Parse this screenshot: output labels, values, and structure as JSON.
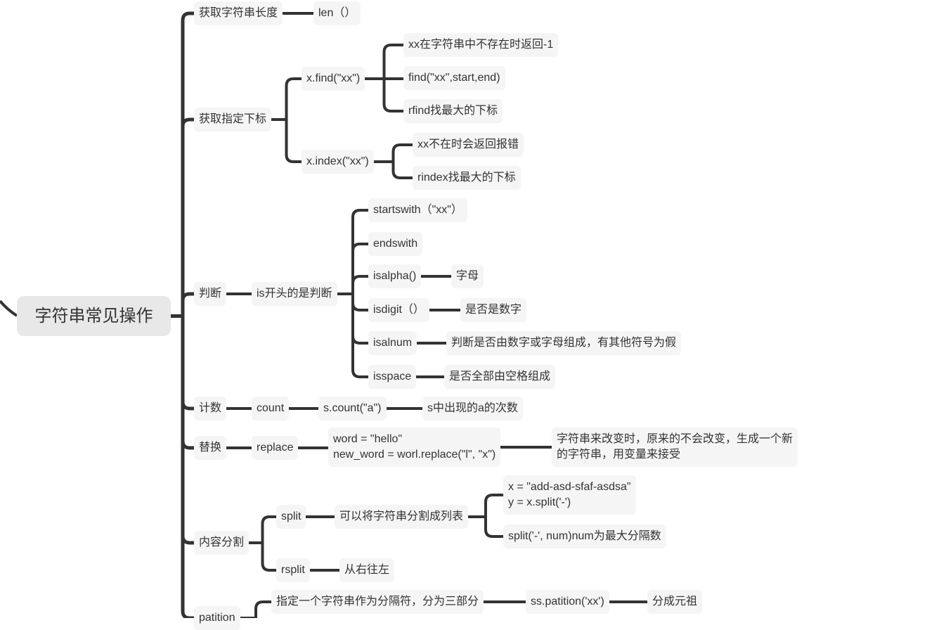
{
  "root": "字符串常见操作",
  "nodes": {
    "n1": "获取字符串长度",
    "n1a": "len（）",
    "n2": "获取指定下标",
    "n2a": "x.find(\"xx\")",
    "n2a1": "xx在字符串中不存在时返回-1",
    "n2a2": "find(\"xx\",start,end)",
    "n2a3": "rfind找最大的下标",
    "n2b": "x.index(\"xx\")",
    "n2b1": "xx不在时会返回报错",
    "n2b2": "rindex找最大的下标",
    "n3": "判断",
    "n3a": "is开头的是判断",
    "n3a1": "startswith（\"xx\"）",
    "n3a2": "endswith",
    "n3a3": "isalpha()",
    "n3a3a": "字母",
    "n3a4": "isdigit（）",
    "n3a4a": "是否是数字",
    "n3a5": "isalnum",
    "n3a5a": "判断是否由数字或字母组成，有其他符号为假",
    "n3a6": "isspace",
    "n3a6a": "是否全部由空格组成",
    "n4": "计数",
    "n4a": "count",
    "n4b": "s.count(\"a\")",
    "n4c": "s中出现的a的次数",
    "n5": "替换",
    "n5a": "replace",
    "n5b": "word = \"hello\"\nnew_word = worl.replace(\"l\", \"x\")",
    "n5c": "字符串来改变时，原来的不会改变，生成一个新\n的字符串，用变量来接受",
    "n6": "内容分割",
    "n6a": "split",
    "n6a1": "可以将字符串分割成列表",
    "n6a1a": "x = \"add-asd-sfaf-asdsa\"\ny = x.split('-')",
    "n6a1b": "split('-', num)num为最大分隔数",
    "n6b": "rsplit",
    "n6b1": "从右往左",
    "n7": "patition",
    "n7a": "指定一个字符串作为分隔符，分为三部分",
    "n7b": "ss.patition('xx')",
    "n7c": "分成元祖"
  },
  "colors": {
    "line": "#333333",
    "node_bg": "#f5f5f5",
    "root_bg": "#e8e8e8"
  }
}
